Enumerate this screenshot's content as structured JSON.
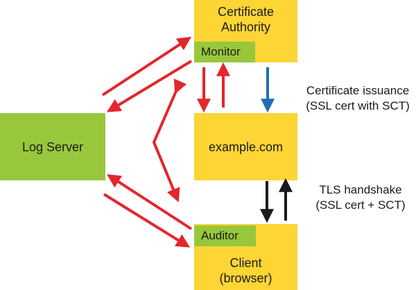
{
  "nodes": {
    "ca": {
      "line1": "Certificate",
      "line2": "Authority"
    },
    "monitor": "Monitor",
    "log_server": "Log Server",
    "example": "example.com",
    "auditor": "Auditor",
    "client": {
      "line1": "Client",
      "line2": "(browser)"
    }
  },
  "captions": {
    "issuance": {
      "line1": "Certificate issuance",
      "line2": "(SSL cert with SCT)"
    },
    "tls": {
      "line1": "TLS handshake",
      "line2": "(SSL cert + SCT)"
    }
  },
  "colors": {
    "box_yellow": "#fdd535",
    "box_green": "#98c73c",
    "arrow_red": "#e3262c",
    "arrow_blue": "#1f6fb8",
    "arrow_black": "#1a1a1a"
  }
}
